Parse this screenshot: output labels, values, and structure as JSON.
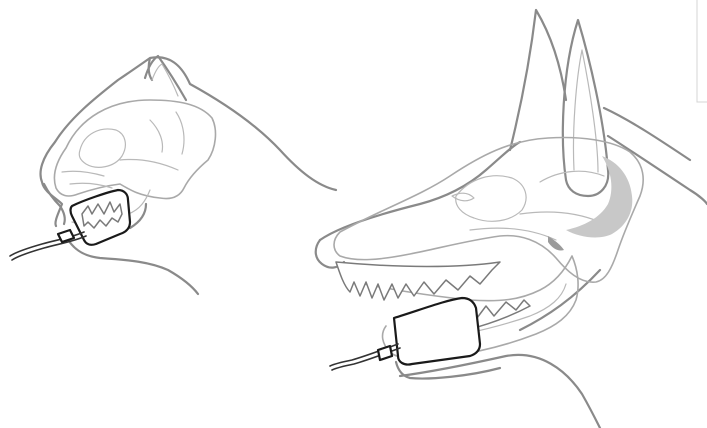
{
  "figure": {
    "subjects": [
      "cat",
      "dog"
    ],
    "device": "intraoral-sensor",
    "colors": {
      "outline": "#8a8a8a",
      "skull": "#a9a9a9",
      "sensor": "#1a1a1a",
      "shade": "#c8c8c8"
    }
  }
}
